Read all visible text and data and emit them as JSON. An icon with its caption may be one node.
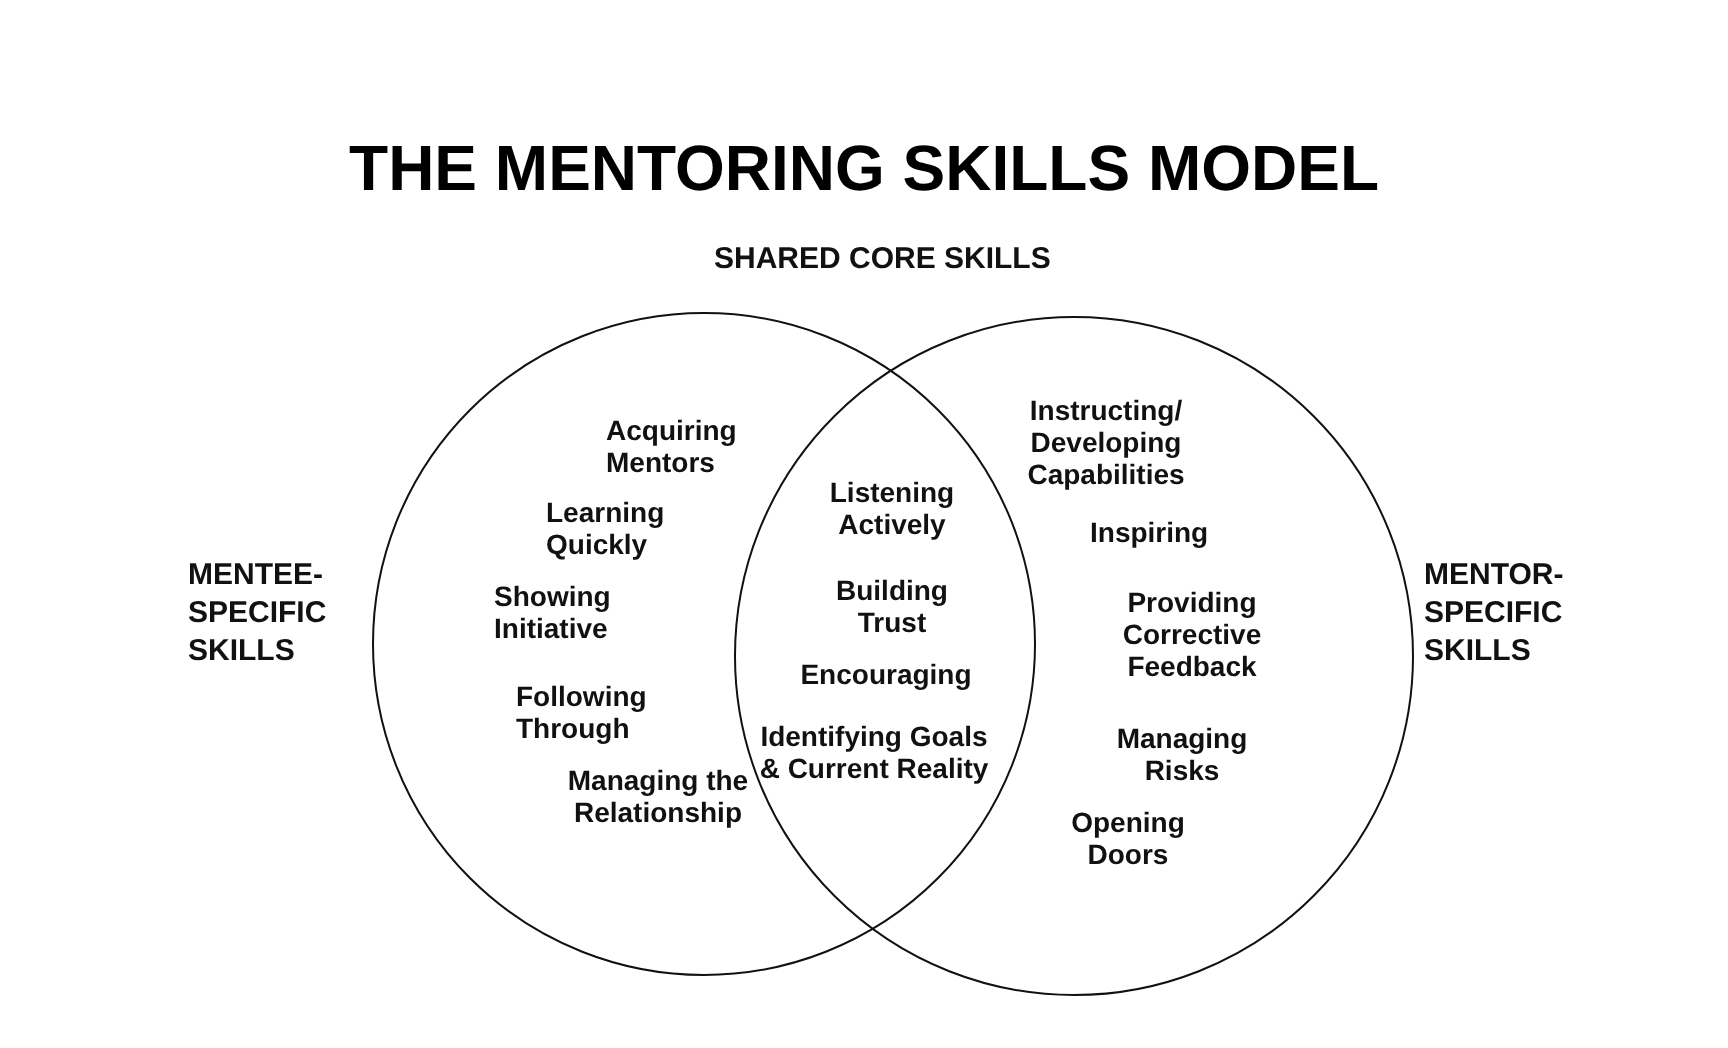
{
  "diagram": {
    "title": "THE MENTORING SKILLS MODEL",
    "nodes": [
      {
        "text": [
          "Acquiring Mentors",
          "Learning Quickly",
          "Showing Initiative",
          "Following Through",
          "Managing the Relationship"
        ],
        "beside": [
          "MENTEE-SPECIFIC SKILLS"
        ]
      },
      {
        "text": [
          "Instructing/ Developing Capabilities",
          "Inspiring",
          "Providing Corrective Feedback",
          "Managing Risks",
          "Opening Doors"
        ],
        "beside": [
          "MENTOR-SPECIFIC SKILLS"
        ]
      }
    ],
    "labels": [
      "SHARED CORE SKILLS",
      "Listening Actively",
      "Building Trust",
      "Encouraging",
      "Identifying Goals & Current Reality"
    ]
  }
}
